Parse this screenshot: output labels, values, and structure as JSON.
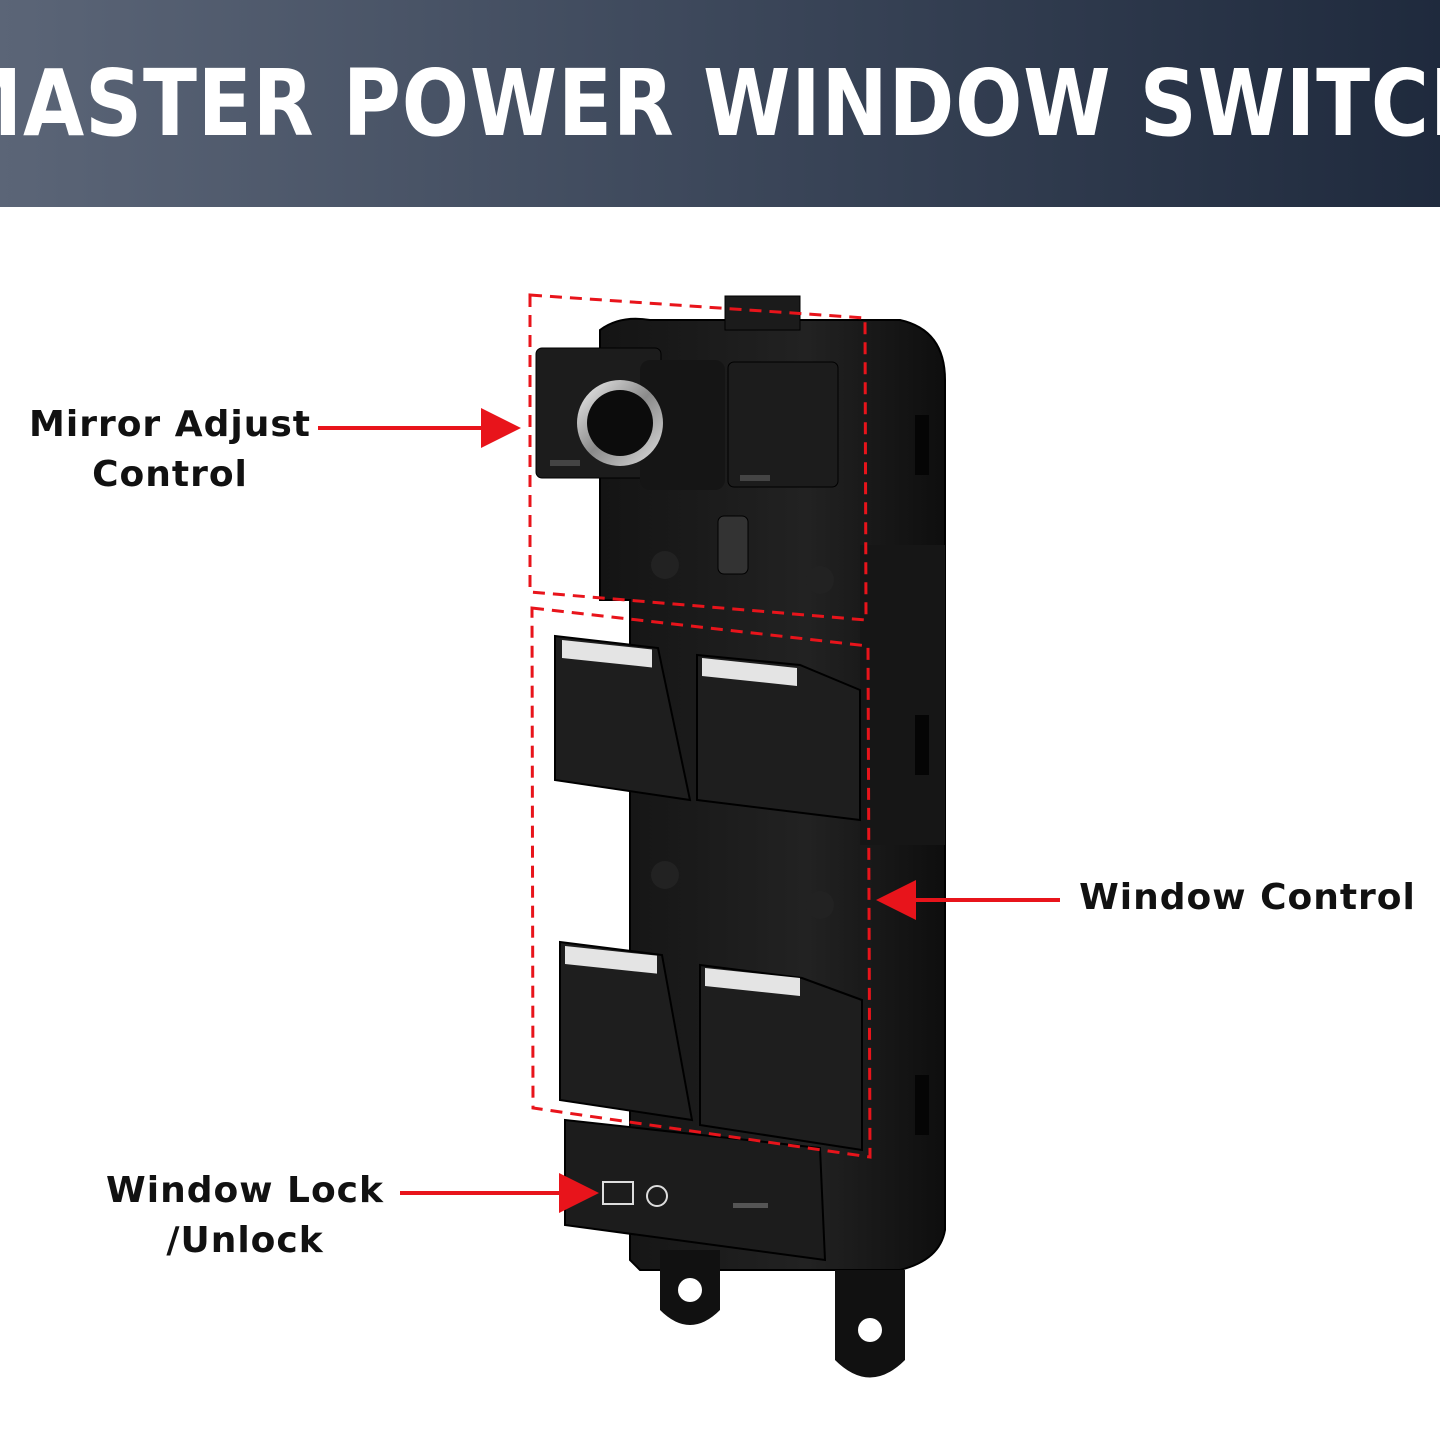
{
  "title": "MASTER POWER WINDOW SWITCH",
  "callouts": {
    "mirror": {
      "line1": "Mirror Adjust",
      "line2": "Control"
    },
    "window": {
      "line1": "Window Control"
    },
    "lock": {
      "line1": "Window Lock",
      "line2": "/Unlock"
    }
  },
  "colors": {
    "annotation": "#e8141b",
    "switch_body": "#1a1a1a",
    "banner_dark": "#1f2a3d",
    "banner_light": "#5b6577"
  }
}
